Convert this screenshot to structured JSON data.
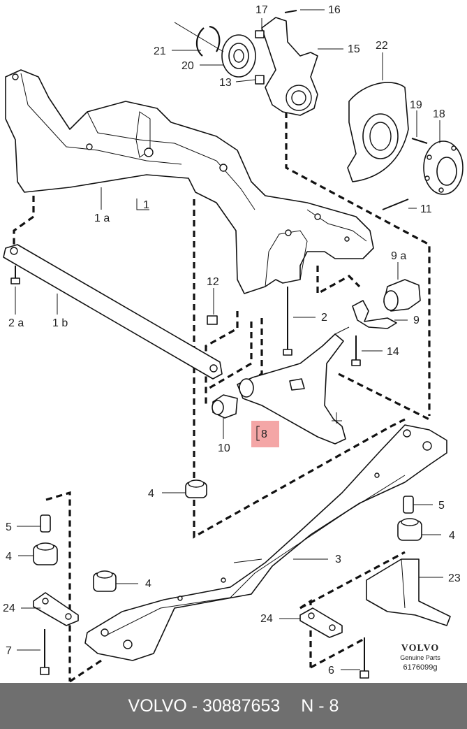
{
  "callouts": {
    "c16": "16",
    "c17": "17",
    "c15": "15",
    "c21": "21",
    "c20": "20",
    "c13": "13",
    "c22": "22",
    "c19": "19",
    "c18": "18",
    "c11": "11",
    "c1": "1",
    "c1a": "1 a",
    "c1b": "1 b",
    "c2a": "2 a",
    "c12": "12",
    "c2": "2",
    "c9a": "9 a",
    "c9": "9",
    "c14": "14",
    "c10": "10",
    "c8": "8",
    "c4_mid": "4",
    "c5_left": "5",
    "c4_left": "4",
    "c4_center": "4",
    "c24_left": "24",
    "c7": "7",
    "c3": "3",
    "c5_right": "5",
    "c4_right": "4",
    "c23": "23",
    "c24_right": "24",
    "c6": "6"
  },
  "brand": {
    "logo": "VOLVO",
    "sub": "Genuine Parts",
    "ref": "6176099g"
  },
  "footer": {
    "part": "VOLVO - 30887653",
    "ref": "N - 8"
  },
  "colors": {
    "highlight": "#f4a6a6",
    "footer_bg": "#6f6f6f",
    "line": "#111111"
  }
}
